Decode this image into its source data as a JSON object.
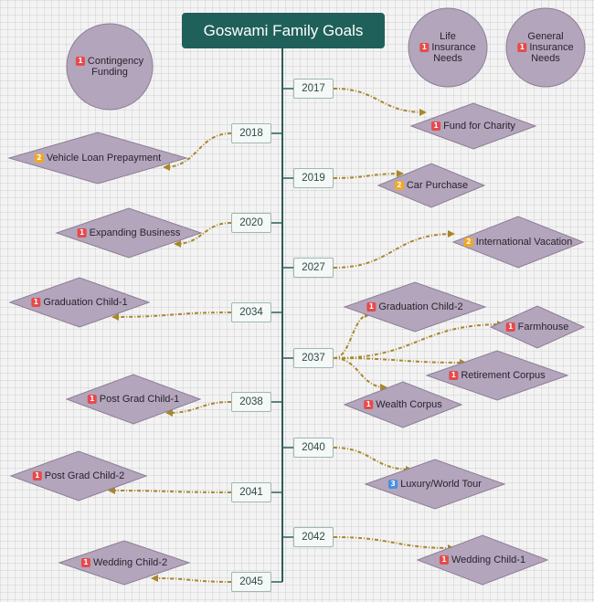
{
  "title": "Goswami Family Goals",
  "colors": {
    "title_bg": "#20605a",
    "timeline": "#2c5e58",
    "connector": "#a8862a",
    "node_fill": "#b3a5bb",
    "node_stroke": "#8d7e95",
    "priority_1": "#e64a4a",
    "priority_2": "#f2a825",
    "priority_3": "#4a8fe0"
  },
  "years": [
    "2017",
    "2018",
    "2019",
    "2020",
    "2027",
    "2034",
    "2037",
    "2038",
    "2040",
    "2041",
    "2042",
    "2045"
  ],
  "circles": [
    {
      "id": "contingency",
      "lines": [
        "Contingency",
        "Funding"
      ],
      "badge_line": 0,
      "priority": "1"
    },
    {
      "id": "life",
      "lines": [
        "Life",
        "Insurance",
        "Needs"
      ],
      "badge_line": 1,
      "priority": "1"
    },
    {
      "id": "general",
      "lines": [
        "General",
        "Insurance",
        "Needs"
      ],
      "badge_line": 1,
      "priority": "1"
    }
  ],
  "goals": [
    {
      "id": "charity",
      "label": "Fund for Charity",
      "priority": "1",
      "year": "2017"
    },
    {
      "id": "vehicle",
      "label": "Vehicle Loan Prepayment",
      "priority": "2",
      "year": "2018"
    },
    {
      "id": "car",
      "label": "Car Purchase",
      "priority": "2",
      "year": "2019"
    },
    {
      "id": "business",
      "label": "Expanding Business",
      "priority": "1",
      "year": "2020"
    },
    {
      "id": "vacation",
      "label": "International Vacation",
      "priority": "2",
      "year": "2027"
    },
    {
      "id": "grad1",
      "label": "Graduation Child-1",
      "priority": "1",
      "year": "2034"
    },
    {
      "id": "grad2",
      "label": "Graduation Child-2",
      "priority": "1",
      "year": "2037"
    },
    {
      "id": "farmhouse",
      "label": "Farmhouse",
      "priority": "1",
      "year": "2037"
    },
    {
      "id": "retirement",
      "label": "Retirement Corpus",
      "priority": "1",
      "year": "2037"
    },
    {
      "id": "wealth",
      "label": "Wealth Corpus",
      "priority": "1",
      "year": "2037"
    },
    {
      "id": "postgrad1",
      "label": "Post Grad Child-1",
      "priority": "1",
      "year": "2038"
    },
    {
      "id": "tour",
      "label": "Luxury/World Tour",
      "priority": "3",
      "year": "2040"
    },
    {
      "id": "postgrad2",
      "label": "Post Grad Child-2",
      "priority": "1",
      "year": "2041"
    },
    {
      "id": "wedding1",
      "label": "Wedding Child-1",
      "priority": "1",
      "year": "2042"
    },
    {
      "id": "wedding2",
      "label": "Wedding Child-2",
      "priority": "1",
      "year": "2045"
    }
  ]
}
